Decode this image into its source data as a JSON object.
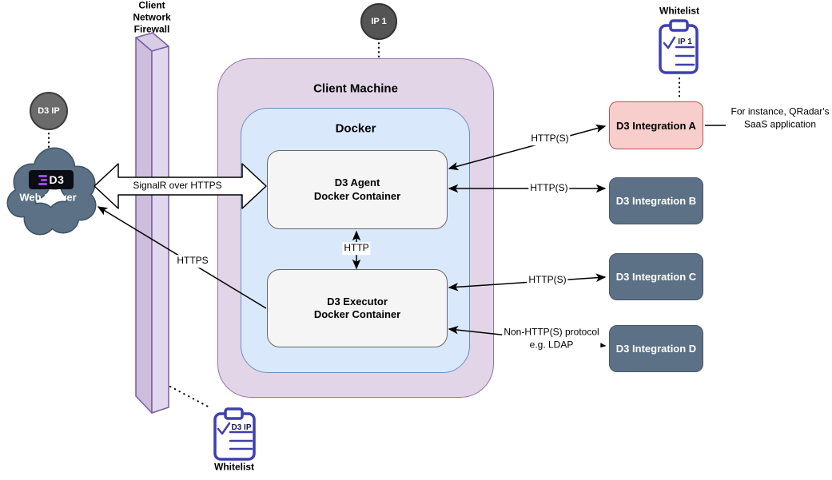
{
  "nodes": {
    "firewall": {
      "line1": "Client",
      "line2": "Network",
      "line3": "Firewall"
    },
    "client_machine": {
      "label": "Client Machine"
    },
    "docker": {
      "label": "Docker"
    },
    "agent": {
      "line1": "D3 Agent",
      "line2": "Docker Container"
    },
    "executor": {
      "line1": "D3 Executor",
      "line2": "Docker Container"
    },
    "web_server": {
      "logo_text": "D3",
      "label": "Web Server"
    },
    "d3_ip_circle": {
      "label": "D3 IP"
    },
    "ip1_circle": {
      "label": "IP 1"
    },
    "integration_a": {
      "label": "D3 Integration A"
    },
    "integration_b": {
      "label": "D3 Integration B"
    },
    "integration_c": {
      "label": "D3 Integration C"
    },
    "integration_d": {
      "label": "D3 Integration D"
    },
    "whitelist_top": {
      "title": "Whitelist",
      "item": "IP 1"
    },
    "whitelist_bottom": {
      "title": "Whitelist",
      "item": "D3 IP"
    },
    "qradar_note": {
      "line1": "For instance, QRadar's",
      "line2": "SaaS application"
    }
  },
  "edges": {
    "signalr": {
      "label": "SignalR over HTTPS"
    },
    "https_to_cloud": {
      "label": "HTTPS"
    },
    "http_internal": {
      "label": "HTTP"
    },
    "http_s_a": {
      "label": "HTTP(S)"
    },
    "http_s_b": {
      "label": "HTTP(S)"
    },
    "http_s_c": {
      "label": "HTTP(S)"
    },
    "non_http": {
      "line1": "Non-HTTP(S) protocol",
      "line2": "e.g. LDAP"
    }
  },
  "colors": {
    "client_machine_fill": "#e1d5e7",
    "client_machine_border": "#9673a6",
    "docker_fill": "#dae8fc",
    "docker_border": "#6c8ebf",
    "container_fill": "#f5f5f5",
    "container_border": "#666666",
    "integration_a_fill": "#f8cecc",
    "integration_a_border": "#b85450",
    "integration_fill": "#5c7185",
    "integration_border": "#44566a",
    "cloud_fill": "#5c7185",
    "cloud_border": "#3f5264",
    "firewall_front": "#cdbfdb",
    "firewall_side": "#e2d8ee",
    "firewall_border": "#7a5e9e",
    "ip_circle_fill": "#595959",
    "clipboard_stroke": "#3f3fae",
    "logo_purple": "#9b4ae0"
  }
}
